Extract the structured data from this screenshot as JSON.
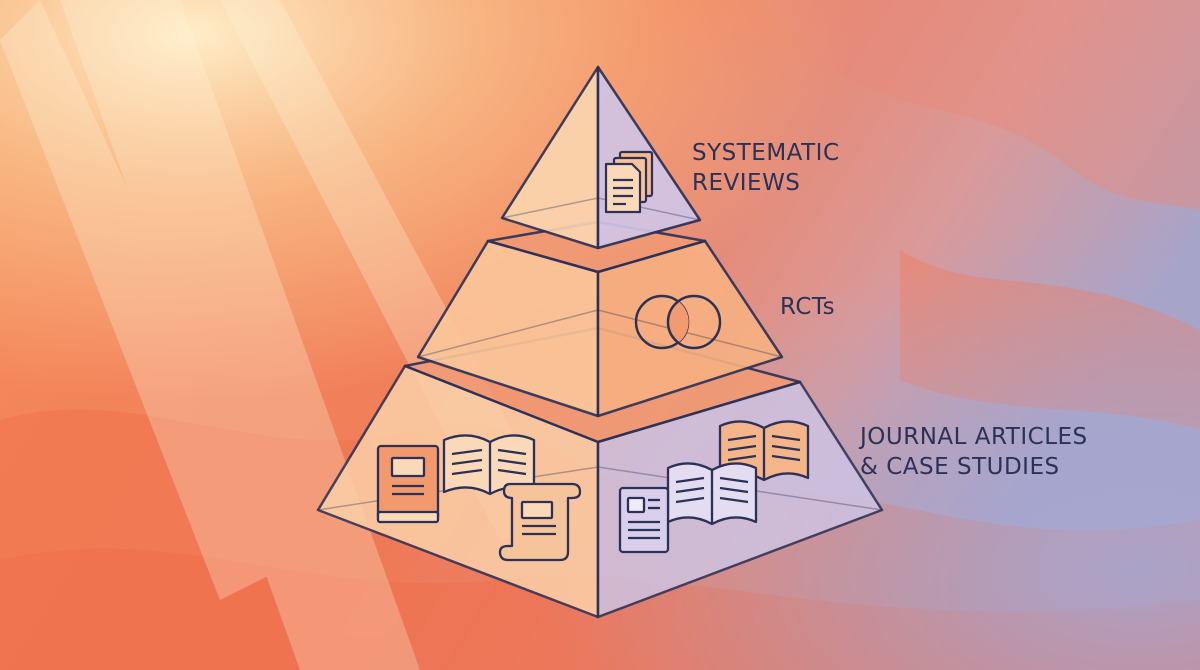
{
  "pyramid": {
    "tiers": [
      {
        "label_lines": [
          "SYSTEMATIC",
          "REVIEWS"
        ],
        "icon": "stacked-documents-icon"
      },
      {
        "label_lines": [
          "RCTs"
        ],
        "icon": "overlapping-circles-icon"
      },
      {
        "label_lines": [
          "JOURNAL ARTICLES",
          "& CASE STUDIES"
        ],
        "icon": "books-and-scrolls-icon"
      }
    ]
  },
  "colors": {
    "outline": "#2b3157",
    "background_warm": "#f07a55",
    "background_light": "#fbe0a8",
    "background_cool": "#a9a3c8",
    "face_left": "#fbd3aa",
    "face_right": "#c9bfe0"
  }
}
